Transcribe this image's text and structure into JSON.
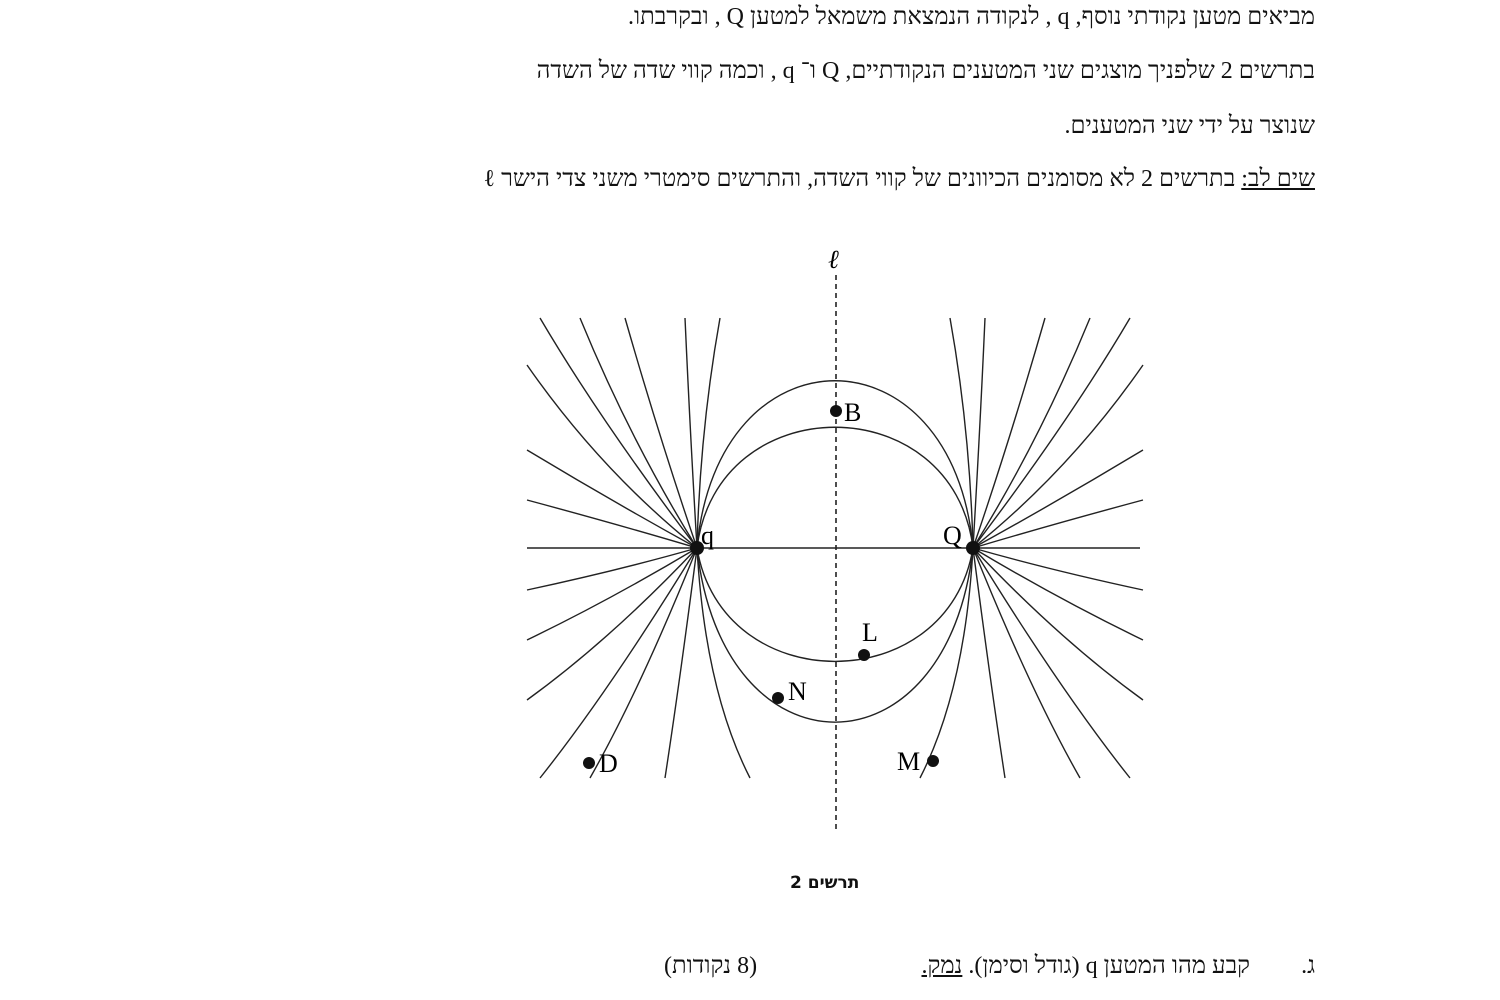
{
  "text": {
    "line1": "מביאים מטען נקודתי נוסף, q , לנקודה הנמצאת משמאל למטען Q , ובקרבתו.",
    "line2": "בתרשים 2 שלפניך מוצגים שני המטענים הנקודתיים, Q ו־ q , וכמה קווי שדה של השדה",
    "line3": "שנוצר על ידי שני המטענים.",
    "note_label": "שים לב:",
    "note_text": " בתרשים 2 לא מסומנים הכיוונים של קווי השדה, והתרשים סימטרי משני צדי הישר ℓ"
  },
  "figure": {
    "caption": "תרשים 2",
    "axis_label": "ℓ",
    "charges": {
      "left": "q",
      "right": "Q"
    },
    "points": [
      "B",
      "L",
      "N",
      "D",
      "M"
    ]
  },
  "question": {
    "number": "ג.",
    "text": "קבע מהו המטען q (גודל וסימן).",
    "explain": "נמק.",
    "points": "(8 נקודות)"
  }
}
